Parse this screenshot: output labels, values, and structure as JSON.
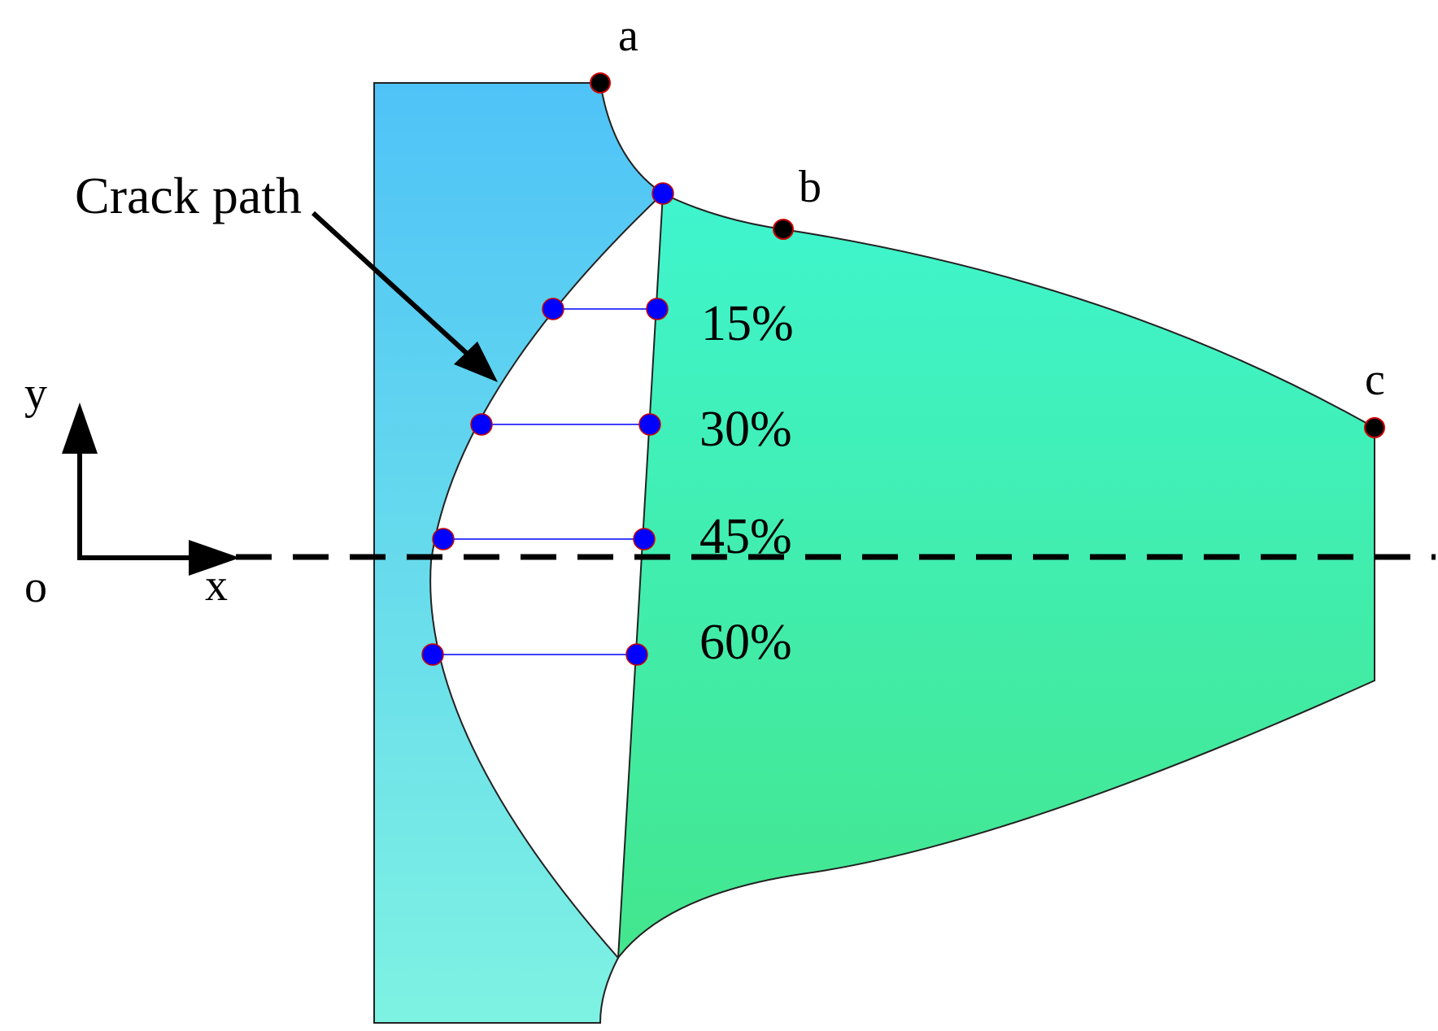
{
  "annotation": {
    "crack_path": "Crack path"
  },
  "points": {
    "a": "a",
    "b": "b",
    "c": "c"
  },
  "axes": {
    "origin": "o",
    "x": "x",
    "y": "y"
  },
  "crack_levels": [
    "15%",
    "30%",
    "45%",
    "60%"
  ],
  "colors": {
    "left_part_top": "#4FC3F7",
    "left_part_bottom": "#7EF2E2",
    "right_part_top": "#3FF5CE",
    "right_part_bottom": "#43E68D",
    "crack_marker": "#0000FF",
    "crack_line": "#3F3FFF",
    "point_marker": "#000000",
    "marker_outline": "#CC0000"
  }
}
